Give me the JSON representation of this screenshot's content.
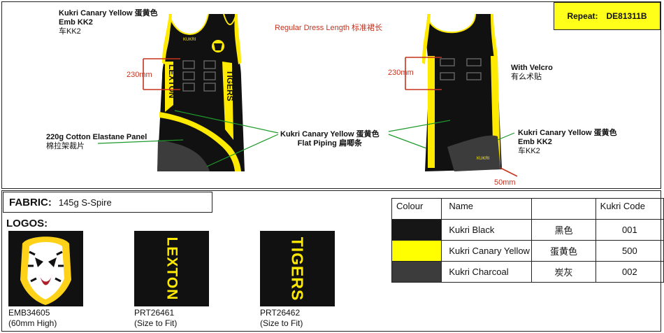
{
  "repeat": {
    "label": "Repeat:",
    "value": "DE81311B"
  },
  "notes": {
    "top_left": [
      "Kukri Canary Yellow  蛋黄色",
      "Emb KK2",
      "车KK2"
    ],
    "dress_length": "Regular Dress Length  标准裙长",
    "panel": [
      "220g Cotton Elastane Panel",
      "棉拉架裁片"
    ],
    "piping": [
      "Kukri Canary Yellow  蛋黄色",
      "Flat Piping  扁唧条"
    ],
    "velcro": [
      "With Velcro",
      "有么术贴"
    ],
    "right": [
      "Kukri Canary Yellow  蛋黄色",
      "Emb KK2",
      "车KK2"
    ]
  },
  "measurements": {
    "front": "230mm",
    "back": "230mm",
    "hem": "50mm"
  },
  "garment": {
    "front_side_text": "LEXTON",
    "front_right_text": "TIGERS",
    "brand_mark": "KUKRI"
  },
  "fabric": {
    "label": "FABRIC:",
    "value": "145g S-Spire"
  },
  "logos": {
    "title": "LOGOS:",
    "items": [
      {
        "code": "EMB34605",
        "note": "(60mm High)"
      },
      {
        "code": "PRT26461",
        "note": "(Size to Fit)",
        "text": "LEXTON"
      },
      {
        "code": "PRT26462",
        "note": "(Size to Fit)",
        "text": "TIGERS"
      }
    ]
  },
  "colour_table": {
    "headers": [
      "Colour",
      "Name",
      "",
      "Kukri Code"
    ],
    "rows": [
      {
        "swatch": "#161616",
        "name": "Kukri Black",
        "cn": "黑色",
        "code": "001"
      },
      {
        "swatch": "#ffff00",
        "name": "Kukri Canary Yellow",
        "cn": "蛋黄色",
        "code": "500"
      },
      {
        "swatch": "#3c3c3c",
        "name": "Kukri Charcoal",
        "cn": "炭灰",
        "code": "002"
      }
    ]
  }
}
